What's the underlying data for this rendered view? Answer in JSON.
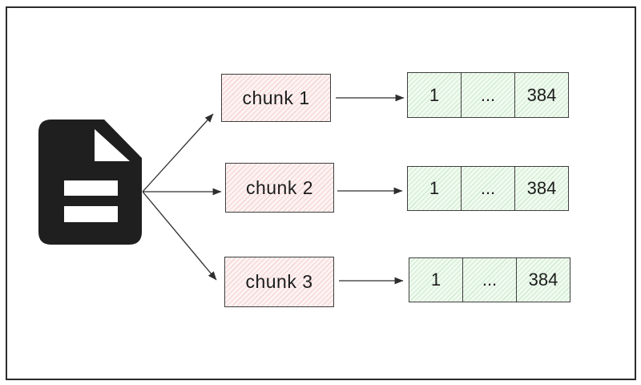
{
  "colors": {
    "frame": "#2b2b2b",
    "arrow": "#2e2e2e",
    "icon": "#1f1f1f",
    "chunk_fill": "#fdf3f3",
    "chunk_hatch": "#f6d2d2",
    "chunk_border": "#3f3f3f",
    "vector_fill": "#f1faf1",
    "vector_hatch": "#cdeccd",
    "vector_border": "#3f3f3f",
    "text": "#1c1c1c"
  },
  "source": {
    "icon": "document-icon"
  },
  "chunks": [
    {
      "label": "chunk 1"
    },
    {
      "label": "chunk 2"
    },
    {
      "label": "chunk 3"
    }
  ],
  "vectors": [
    {
      "cells": [
        "1",
        "...",
        "384"
      ]
    },
    {
      "cells": [
        "1",
        "...",
        "384"
      ]
    },
    {
      "cells": [
        "1",
        "...",
        "384"
      ]
    }
  ]
}
